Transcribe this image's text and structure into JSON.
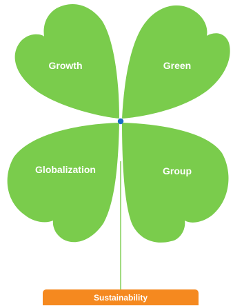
{
  "colors": {
    "leaf": "#7acc4c",
    "center_dot": "#1a6fc4",
    "banner": "#f5891f",
    "label_text": "#ffffff"
  },
  "leaves": {
    "top_left": "Growth",
    "top_right": "Green",
    "bottom_left": "Globalization",
    "bottom_right": "Group"
  },
  "banner": {
    "label": "Sustainability"
  }
}
